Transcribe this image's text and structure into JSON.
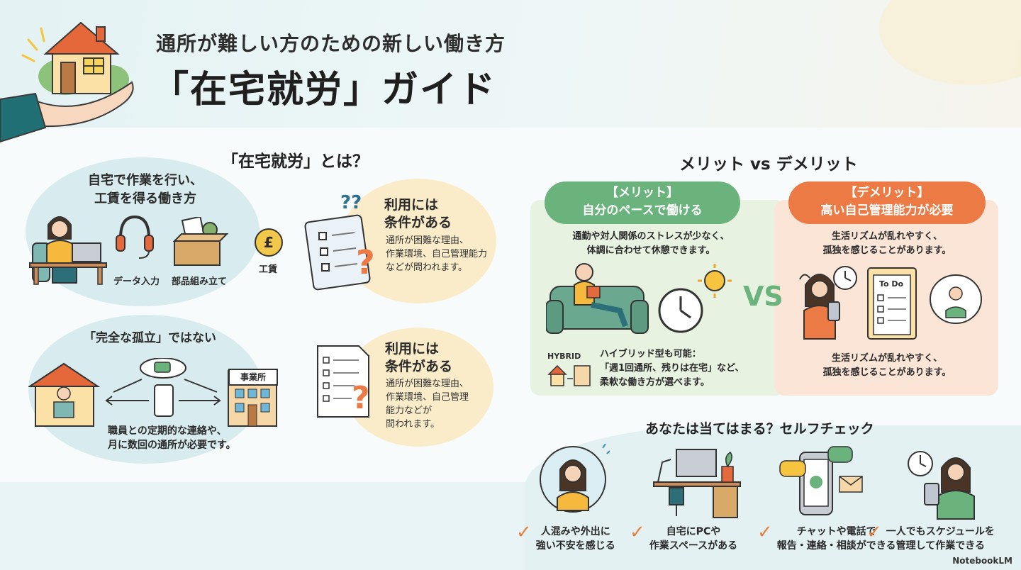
{
  "header": {
    "subtitle": "通所が難しい方のための新しい働き方",
    "title": "「在宅就労」ガイド"
  },
  "about": {
    "title": "「在宅就労」とは？",
    "definition": [
      "自宅で作業を行い、",
      "工賃を得る働き方"
    ],
    "task_labels": [
      "データ入力",
      "部品組み立て"
    ],
    "wage_label": "工賃",
    "coin_symbol": "£",
    "cond1": {
      "heading": [
        "利用には",
        "条件がある"
      ],
      "body": [
        "通所が困難な理由、",
        "作業環境、自己管理能力",
        "などが問われます。"
      ]
    },
    "isolation": {
      "heading": "「完全な孤立」ではない",
      "office_sign": "事業所",
      "body": [
        "職員との定期的な連絡や、",
        "月に数回の通所が必要です。"
      ]
    },
    "cond2": {
      "heading": [
        "利用には",
        "条件がある"
      ],
      "body": [
        "通所が困難な理由、",
        "作業環境、自己管理",
        "能力などが",
        "問われます。"
      ]
    }
  },
  "compare": {
    "title": "メリット vs デメリット",
    "vs": "VS",
    "merit": {
      "label": "【メリット】",
      "headline": "自分のペースで働ける",
      "body": [
        "通勤や対人関係のストレスが少なく、",
        "体調に合わせて休憩できます。"
      ],
      "hybrid_badge": "HYBRID",
      "hybrid_text": [
        "ハイブリッド型も可能：",
        "「週1回通所、残りは在宅」など、",
        "柔軟な働き方が選べます。"
      ]
    },
    "demerit": {
      "label": "【デメリット】",
      "headline": "高い自己管理能力が必要",
      "body": [
        "生活リズムが乱れやすく、",
        "孤独を感じることがあります。"
      ],
      "todo": "To Do",
      "body2": [
        "生活リズムが乱れやすく、",
        "孤独を感じることがあります。"
      ]
    }
  },
  "check": {
    "title": "あなたは当てはまる？セルフチェック",
    "items": [
      [
        "人混みや外出に",
        "強い不安を感じる"
      ],
      [
        "自宅にPCや",
        "作業スペースがある"
      ],
      [
        "チャットや電話で",
        "報告・連絡・相談ができる"
      ],
      [
        "一人でもスケジュールを",
        "管理して作業できる"
      ]
    ]
  },
  "footer": {
    "credit": "NotebookLM"
  },
  "colors": {
    "green": "#6ab37d",
    "orange": "#ec7a45",
    "blue_blob": "#d8ecef",
    "yellow_blob": "#fbecc9"
  }
}
